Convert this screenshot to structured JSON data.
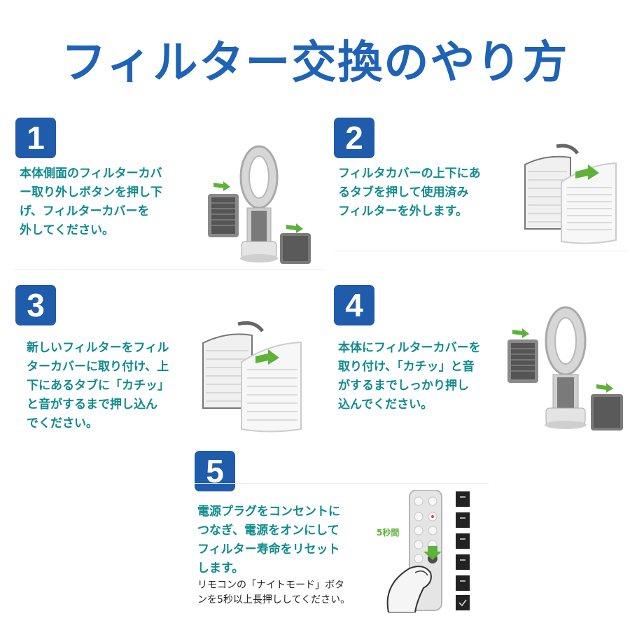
{
  "title": "フィルター交換のやり方",
  "steps": [
    {
      "num": "1",
      "lines": [
        "本体側面のフィルターカバ",
        "ー取り外しボタンを押し下",
        "げ、フィルターカバーを",
        "外してください。"
      ]
    },
    {
      "num": "2",
      "lines": [
        "フィルタカバーの上下にあ",
        "るタブを押して使用済み",
        "フィルターを外します。"
      ]
    },
    {
      "num": "3",
      "lines": [
        "新しいフィルターをフィル",
        "ターカバーに取り付け、上",
        "下にあるタブに「カチッ」",
        "と音がするまで押し込ん",
        "でください。"
      ]
    },
    {
      "num": "4",
      "lines": [
        "本体にフィルターカバーを",
        "取り付け、「カチッ」と音",
        "がするまでしっかり押し",
        "込んでください。"
      ]
    },
    {
      "num": "5",
      "lines": [
        "電源プラグをコンセントに",
        "つなぎ、電源をオンにして",
        "フィルター寿命をリセット",
        "します。"
      ]
    }
  ],
  "note_lines": [
    "リモコンの「ナイトモード」ボタ",
    "ンを5秒以上長押ししてください。"
  ],
  "seconds_label": "5秒間",
  "colors": {
    "title": "#1e63b5",
    "badge": "#1f5cab",
    "step_text": "#0f8b8e",
    "arrow": "#5db33a"
  }
}
